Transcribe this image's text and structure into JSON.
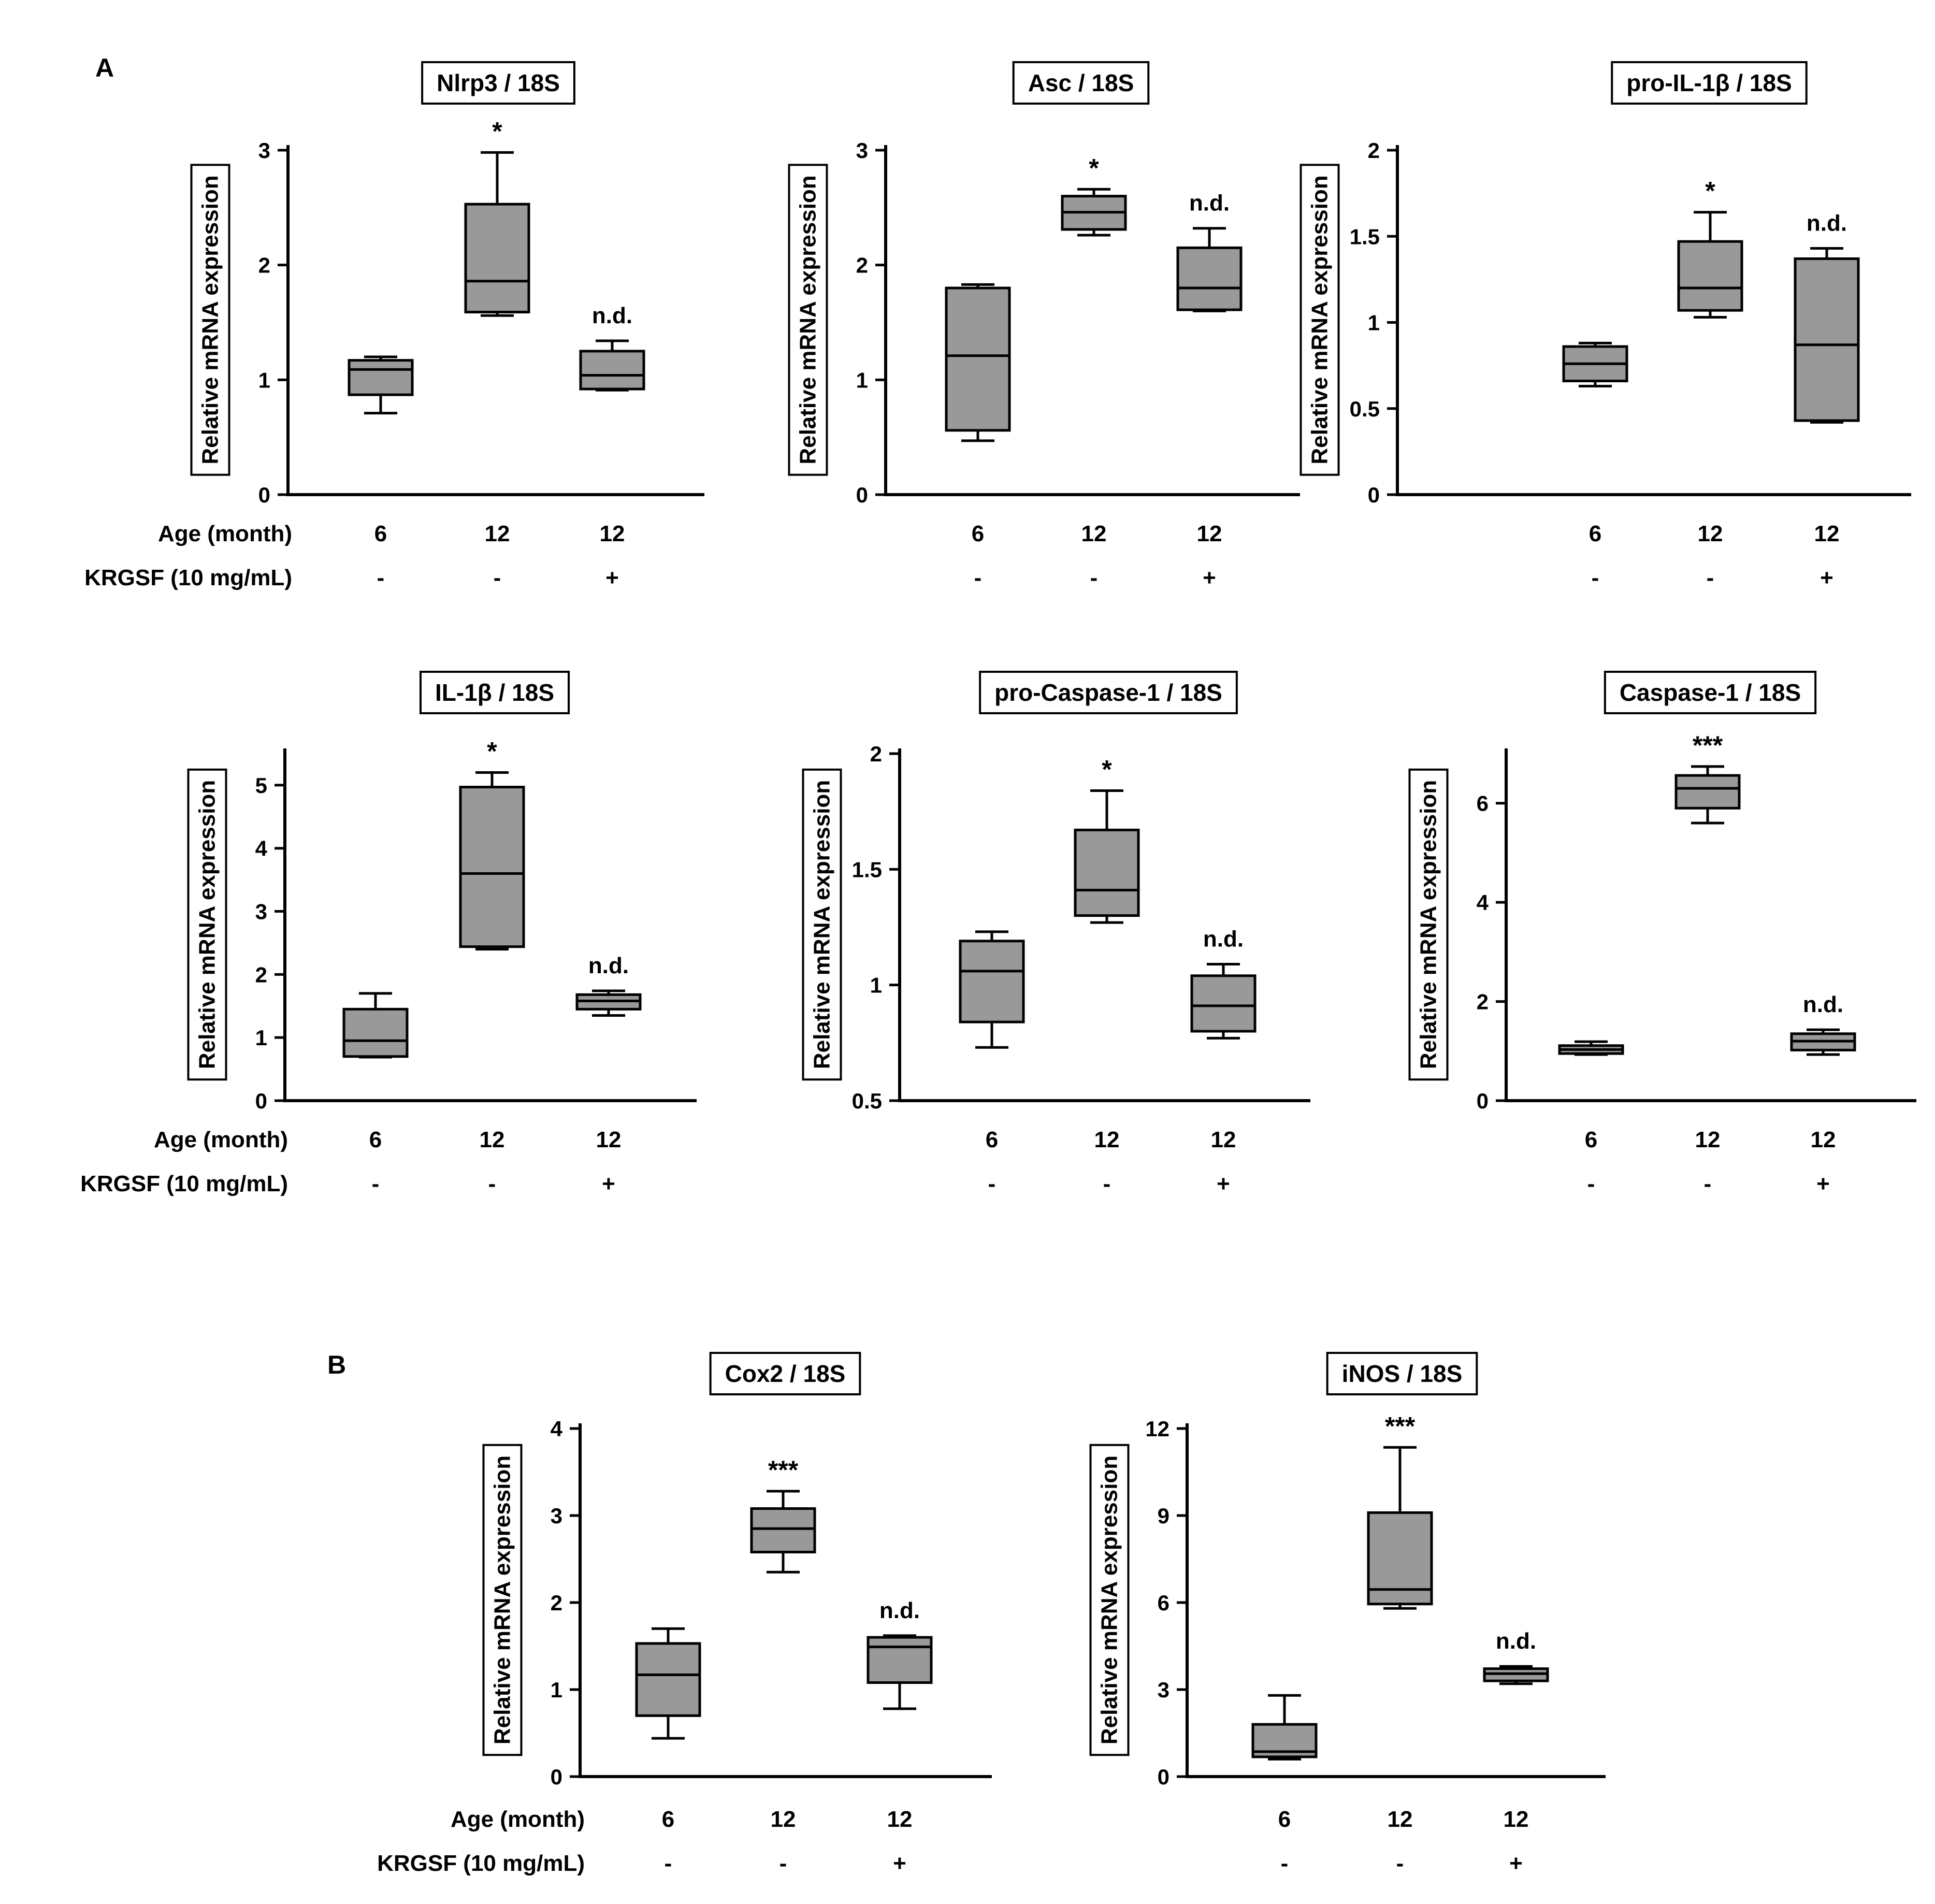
{
  "figure": {
    "panel_labels": [
      "A",
      "B"
    ],
    "row_labels": {
      "age": "Age (month)",
      "krgsf": "KRGSF (10 mg/mL)"
    },
    "group_ages": [
      "6",
      "12",
      "12"
    ],
    "group_krgsf": [
      "-",
      "-",
      "+"
    ],
    "ylabel": "Relative mRNA expression",
    "colors": {
      "box_fill": "#999999",
      "stroke": "#000000",
      "background": "#ffffff"
    }
  },
  "chart_data": [
    {
      "type": "box",
      "title": "Nlrp3 / 18S",
      "ylabel": "Relative mRNA expression",
      "ylim": [
        0,
        3
      ],
      "yticks": [
        0,
        1,
        2,
        3
      ],
      "ytick_labels": [
        "0",
        "1",
        "2",
        "3"
      ],
      "categories": [
        "6",
        "12",
        "12"
      ],
      "krgsf": [
        "-",
        "-",
        "+"
      ],
      "boxes": [
        {
          "min": 0.71,
          "q1": 0.87,
          "median": 1.09,
          "q3": 1.17,
          "max": 1.2
        },
        {
          "min": 1.56,
          "q1": 1.59,
          "median": 1.86,
          "q3": 2.53,
          "max": 2.98
        },
        {
          "min": 0.91,
          "q1": 0.92,
          "median": 1.04,
          "q3": 1.25,
          "max": 1.34
        }
      ],
      "annotations": [
        "",
        "*",
        "n.d."
      ]
    },
    {
      "type": "box",
      "title": "Asc / 18S",
      "ylabel": "Relative mRNA expression",
      "ylim": [
        0,
        3
      ],
      "yticks": [
        0,
        1,
        2,
        3
      ],
      "ytick_labels": [
        "0",
        "1",
        "2",
        "3"
      ],
      "categories": [
        "6",
        "12",
        "12"
      ],
      "krgsf": [
        "-",
        "-",
        "+"
      ],
      "boxes": [
        {
          "min": 0.47,
          "q1": 0.56,
          "median": 1.21,
          "q3": 1.8,
          "max": 1.83
        },
        {
          "min": 2.26,
          "q1": 2.31,
          "median": 2.46,
          "q3": 2.6,
          "max": 2.66
        },
        {
          "min": 1.6,
          "q1": 1.61,
          "median": 1.8,
          "q3": 2.15,
          "max": 2.32
        }
      ],
      "annotations": [
        "",
        "*",
        "n.d."
      ]
    },
    {
      "type": "box",
      "title": "pro-IL-1β / 18S",
      "ylabel": "Relative mRNA expression",
      "ylim": [
        0,
        2
      ],
      "yticks": [
        0,
        0.5,
        1,
        1.5,
        2
      ],
      "ytick_labels": [
        "0",
        "0.5",
        "1",
        "1.5",
        "2"
      ],
      "categories": [
        "6",
        "12",
        "12"
      ],
      "krgsf": [
        "-",
        "-",
        "+"
      ],
      "boxes": [
        {
          "min": 0.63,
          "q1": 0.66,
          "median": 0.76,
          "q3": 0.86,
          "max": 0.88
        },
        {
          "min": 1.03,
          "q1": 1.07,
          "median": 1.2,
          "q3": 1.47,
          "max": 1.64
        },
        {
          "min": 0.42,
          "q1": 0.43,
          "median": 0.87,
          "q3": 1.37,
          "max": 1.43
        }
      ],
      "annotations": [
        "",
        "*",
        "n.d."
      ]
    },
    {
      "type": "box",
      "title": "IL-1β / 18S",
      "ylabel": "Relative mRNA expression",
      "ylim": [
        0,
        5.5
      ],
      "yticks": [
        0,
        1,
        2,
        3,
        4,
        5
      ],
      "ytick_labels": [
        "0",
        "1",
        "2",
        "3",
        "4",
        "5"
      ],
      "categories": [
        "6",
        "12",
        "12"
      ],
      "krgsf": [
        "-",
        "-",
        "+"
      ],
      "boxes": [
        {
          "min": 0.69,
          "q1": 0.7,
          "median": 0.95,
          "q3": 1.45,
          "max": 1.7
        },
        {
          "min": 2.4,
          "q1": 2.44,
          "median": 3.6,
          "q3": 4.97,
          "max": 5.2
        },
        {
          "min": 1.35,
          "q1": 1.45,
          "median": 1.58,
          "q3": 1.68,
          "max": 1.74
        }
      ],
      "annotations": [
        "",
        "*",
        "n.d."
      ]
    },
    {
      "type": "box",
      "title": "pro-Caspase-1 / 18S",
      "ylabel": "Relative mRNA expression",
      "ylim": [
        0.5,
        2
      ],
      "yticks": [
        0.5,
        1,
        1.5,
        2
      ],
      "ytick_labels": [
        "0.5",
        "1",
        "1.5",
        "2"
      ],
      "categories": [
        "6",
        "12",
        "12"
      ],
      "krgsf": [
        "-",
        "-",
        "+"
      ],
      "boxes": [
        {
          "min": 0.73,
          "q1": 0.84,
          "median": 1.06,
          "q3": 1.19,
          "max": 1.23
        },
        {
          "min": 1.27,
          "q1": 1.3,
          "median": 1.41,
          "q3": 1.67,
          "max": 1.84
        },
        {
          "min": 0.77,
          "q1": 0.8,
          "median": 0.91,
          "q3": 1.04,
          "max": 1.09
        }
      ],
      "annotations": [
        "",
        "*",
        "n.d."
      ]
    },
    {
      "type": "box",
      "title": "Caspase-1 / 18S",
      "ylabel": "Relative mRNA expression",
      "ylim": [
        0,
        7
      ],
      "yticks": [
        0,
        2,
        4,
        6
      ],
      "ytick_labels": [
        "0",
        "2",
        "4",
        "6"
      ],
      "categories": [
        "6",
        "12",
        "12"
      ],
      "krgsf": [
        "-",
        "-",
        "+"
      ],
      "boxes": [
        {
          "min": 0.93,
          "q1": 0.95,
          "median": 1.03,
          "q3": 1.11,
          "max": 1.19
        },
        {
          "min": 5.6,
          "q1": 5.9,
          "median": 6.3,
          "q3": 6.56,
          "max": 6.74
        },
        {
          "min": 0.93,
          "q1": 1.02,
          "median": 1.2,
          "q3": 1.35,
          "max": 1.43
        }
      ],
      "annotations": [
        "",
        "***",
        "n.d."
      ]
    },
    {
      "type": "box",
      "title": "Cox2 / 18S",
      "ylabel": "Relative mRNA expression",
      "ylim": [
        0,
        4
      ],
      "yticks": [
        0,
        1,
        2,
        3,
        4
      ],
      "ytick_labels": [
        "0",
        "1",
        "2",
        "3",
        "4"
      ],
      "categories": [
        "6",
        "12",
        "12"
      ],
      "krgsf": [
        "-",
        "-",
        "+"
      ],
      "boxes": [
        {
          "min": 0.44,
          "q1": 0.7,
          "median": 1.17,
          "q3": 1.53,
          "max": 1.7
        },
        {
          "min": 2.35,
          "q1": 2.58,
          "median": 2.85,
          "q3": 3.08,
          "max": 3.28
        },
        {
          "min": 0.78,
          "q1": 1.08,
          "median": 1.49,
          "q3": 1.6,
          "max": 1.62
        }
      ],
      "annotations": [
        "",
        "***",
        "n.d."
      ]
    },
    {
      "type": "box",
      "title": "iNOS / 18S",
      "ylabel": "Relative mRNA expression",
      "ylim": [
        0,
        12
      ],
      "yticks": [
        0,
        3,
        6,
        9,
        12
      ],
      "ytick_labels": [
        "0",
        "3",
        "6",
        "9",
        "12"
      ],
      "categories": [
        "6",
        "12",
        "12"
      ],
      "krgsf": [
        "-",
        "-",
        "+"
      ],
      "boxes": [
        {
          "min": 0.6,
          "q1": 0.68,
          "median": 0.86,
          "q3": 1.8,
          "max": 2.8
        },
        {
          "min": 5.8,
          "q1": 5.95,
          "median": 6.45,
          "q3": 9.1,
          "max": 11.35
        },
        {
          "min": 3.2,
          "q1": 3.3,
          "median": 3.55,
          "q3": 3.72,
          "max": 3.8
        }
      ],
      "annotations": [
        "",
        "***",
        "n.d."
      ]
    }
  ]
}
